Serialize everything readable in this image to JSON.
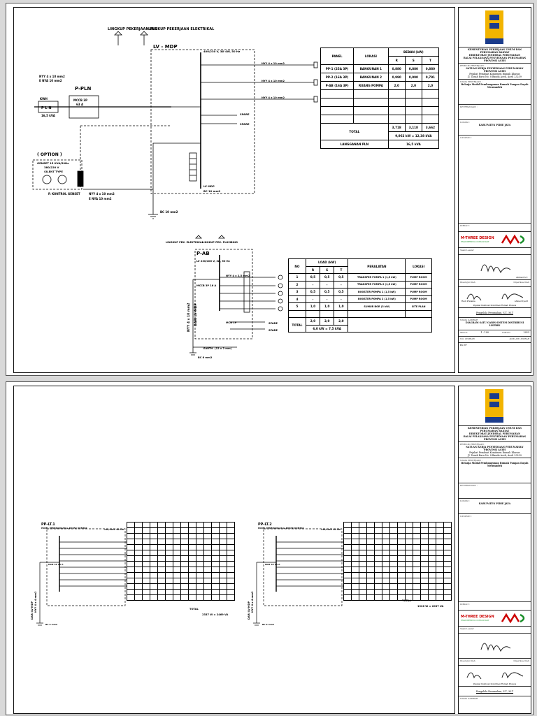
{
  "title_block": {
    "agency_lines": [
      "KEMENTERIAN PEKERJAAN UMUM DAN PERUMAHAN RAKYAT",
      "DIREKTORAT JENDERAL PERUMAHAN",
      "BALAI PELAKSANA PENYEDIAAN PERUMAHAN PROVINSI ACEH"
    ],
    "employer_label": "PEMILIK PEKERJAAN :",
    "employer_lines": [
      "SATUAN KERJA PENYEDIAAN PERUMAHAN PROVINSI ACEH",
      "Pejabat Pembuat Komitmen Rumah Khusus",
      "Jl. Tanah Baru No. 8 Banda Aceh, Aceh 23239"
    ],
    "work_name_label": "NAMA PEKERJAAN :",
    "work_name": "Belanja Modal Pembangunan Rumah Pangan Dayah Meurandeh",
    "location_label": "KETERANGAN :",
    "location_label2": "LOKASI :",
    "location": "KABUPATEN PIDIE JAYA",
    "notes_label": "CATATAN :",
    "consultant_label": "DIBUAT :",
    "consultant": "M-THREE DESIGN",
    "consultant_sub": "ENGINEERING CONSULTANT",
    "director_label": "Team Leader",
    "approved_label": "Disetujui Oleh",
    "checked_label": "Diperiksa Oleh",
    "sig_name1": "Ahmad S.T.",
    "sig_name2": "Hadi Pratama",
    "sig_name3": "Ahmad Syarif",
    "ppk_line": "Pejabat Pembuat Komitmen Rumah Khusus",
    "ppk_name": "Rumah Khusus",
    "supervisor": "Pengelola Perumahan, S.T., M.T",
    "drawing_title_label": "NAMA GAMBAR",
    "drawing_title": "DIAGRAM SATU GARIS SISTEM DISTRIBUSI LISTRIK",
    "scale_label": "SKALA",
    "scale": "1 : 100",
    "year_label": "TAHUN",
    "year": "2023",
    "sheet_no_label": "NO. LEMBAR",
    "sheet_total_label": "JUMLAH LEMBAR",
    "sheet_code": "EL-07"
  },
  "sld": {
    "feed_pln": "LINGKUP PEKERJAAN PLN",
    "feed_elec": "LINGKUP PEKERJAAN ELEKTRIKAL",
    "lvmdp": "LV - MDP",
    "cable_in": "NYY 4 x 10 mm2",
    "cable_in2": "E NYA 10 mm2",
    "kwh": "KWH",
    "ppln": "P-PLN",
    "pln": "P L N",
    "pln_cap": "16,5 kVA",
    "mccb": "MCCB 3P",
    "mccb_amp": "63 A",
    "option": "( OPTION )",
    "genset": "GENSET 15 KVA/50Hz",
    "genset2": "380/220 V",
    "genset3": "SILENT TYPE",
    "panel_genset": "P. KONTROL GENSET",
    "cable_gen": "NYY 4 x 10 mm2",
    "cable_gen2": "E NYA 10 mm2",
    "ground": "BC 10 mm2",
    "bus": "400/230 V, 3Ø 4W, 50 Hz",
    "spare": "SPARE",
    "lv_mdp_note": "LV MDP",
    "earth": "BC 10 mm2"
  },
  "panel_table": {
    "headers": [
      "PANEL",
      "LOKASI",
      "BEBAN (kW)",
      "R",
      "S",
      "T"
    ],
    "rows": [
      {
        "panel": "PP-1",
        "cap": "(25A 3P)",
        "lokasi": "BANGUNAN 1",
        "r": "0,880",
        "s": "0,880",
        "t": "0,880"
      },
      {
        "panel": "PP-2",
        "cap": "(16A 3P)",
        "lokasi": "BANGUNAN 2",
        "r": "0,990",
        "s": "0,990",
        "t": "0,791"
      },
      {
        "panel": "P-AB",
        "cap": "(16A 3P)",
        "lokasi": "RUANG POMPA",
        "r": "2,0",
        "s": "2,0",
        "t": "2,0"
      }
    ],
    "total_label": "TOTAL",
    "total_r": "3,718",
    "total_s": "3,118",
    "total_t": "3,662",
    "total_kw": "9,962 kW = 12,38 kVA",
    "pln_label": "LANGGANAN PLN",
    "pln_value": "16,5 kVA"
  },
  "pab": {
    "title": "P-AB",
    "feed1": "LINGKUP PEK. ELEKTRIKAL",
    "feed2": "LINGKUP PEK. PLUMBING",
    "supply": "LV 230/400 V, 3Ø, 50 Hz",
    "main": "MCCB 3P 16 A",
    "vertical_cable": "NYY 4 x 10 mm2",
    "vertical_src": "DARI LV-MDP",
    "cable": "NYY 4 x 2,5 mm2",
    "earth": "EARTH",
    "earth2": "BC 6 mm2",
    "earth3": "(12 x 2 mm)",
    "spare": "SPARE",
    "cb_label": "MCB 1P"
  },
  "load_table": {
    "headers": [
      "NO",
      "LOAD (kW)",
      "R",
      "S",
      "T",
      "PERALATAN",
      "LOKASI"
    ],
    "rows": [
      {
        "no": "1",
        "r": "0,5",
        "s": "0,5",
        "t": "0,5",
        "alat": "TRANSFER POMPA 1",
        "kw": "(1,5 kW)",
        "lokasi": "PUMP ROOM"
      },
      {
        "no": "2",
        "r": "-",
        "s": "-",
        "t": "-",
        "alat": "TRANSFER POMPA 2",
        "kw": "(1,5 kW)",
        "lokasi": "PUMP ROOM"
      },
      {
        "no": "3",
        "r": "0,5",
        "s": "0,5",
        "t": "0,5",
        "alat": "BOOSTER POMPA 1",
        "kw": "(1,5 kW)",
        "lokasi": "PUMP ROOM"
      },
      {
        "no": "4",
        "r": "-",
        "s": "-",
        "t": "-",
        "alat": "BOOSTER POMPA 2",
        "kw": "(1,5 kW)",
        "lokasi": "PUMP ROOM"
      },
      {
        "no": "5",
        "r": "1,0",
        "s": "1,0",
        "t": "1,0",
        "alat": "SUMUR BOR",
        "kw": "(3 kW)",
        "lokasi": "SITE PLAN"
      }
    ],
    "total_label": "TOTAL",
    "total_r": "2,0",
    "total_s": "2,0",
    "total_t": "2,0",
    "total_kw": "6,0 kW = 7,5 kVA"
  },
  "sheet2": {
    "panel1": "PP-LT.1",
    "panel1_sub": "PANEL PENERANGAN & KOTAK KONTAK",
    "panel2": "PP-LT.2",
    "panel2_sub": "PANEL PENERANGAN & KOTAK KONTAK",
    "supply": "230/400V 3Ø 4W",
    "main": "MCB 3P 25 A",
    "from_lvmdp": "DARI LV-MDP",
    "cable": "NYY 4 x 4 mm2",
    "earth": "BC 6 mm2",
    "total_label": "TOTAL",
    "total1": "2337 W = 2469 VA",
    "total2": "1926 W = 2037 VA"
  }
}
